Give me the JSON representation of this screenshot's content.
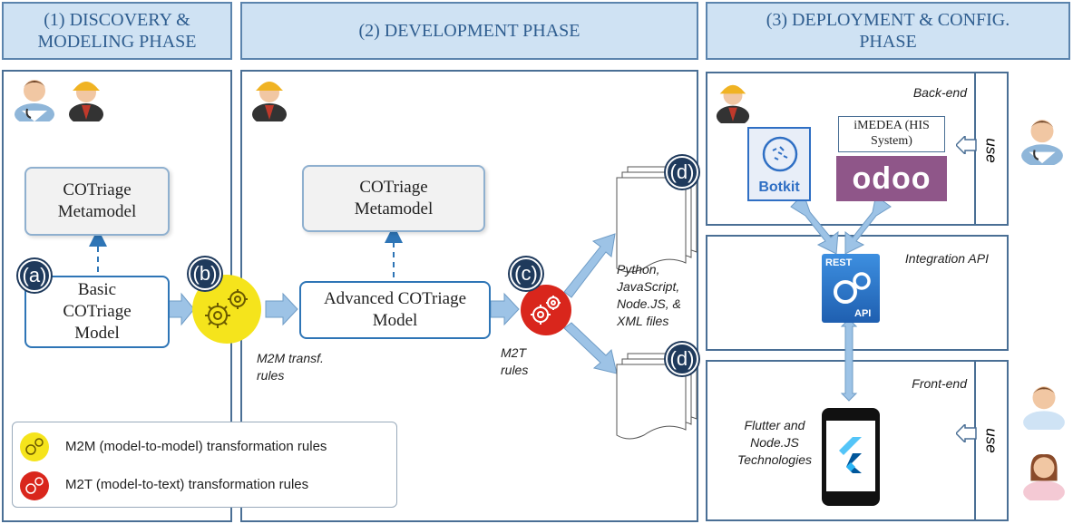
{
  "phases": {
    "discovery": "(1) DISCOVERY & MODELING PHASE",
    "development": "(2) DEVELOPMENT PHASE",
    "deployment": "(3) DEPLOYMENT & CONFIG. PHASE"
  },
  "discovery": {
    "metamodel": "COTriage Metamodel",
    "model": "Basic COTriage Model",
    "badge_a": "(a)",
    "badge_b": "(b)"
  },
  "development": {
    "metamodel": "COTriage Metamodel",
    "model": "Advanced COTriage Model",
    "badge_c": "(c)",
    "badge_d1": "(d)",
    "badge_d2": "(d)",
    "m2m_label": "M2M transf. rules",
    "m2t_label": "M2T rules",
    "files_label": "Python, JavaScript, Node.JS, & XML files"
  },
  "legend": {
    "m2m": "M2M (model-to-model) transformation rules",
    "m2t": "M2T (model-to-text) transformation rules"
  },
  "deployment": {
    "backend_label": "Back-end",
    "imedea": "iMEDEA (HIS System)",
    "botkit": "Botkit",
    "odoo": "odoo",
    "use_top": "use",
    "integration_label": "Integration API",
    "rest": "REST",
    "api": "API",
    "frontend_label": "Front-end",
    "flutter_label": "Flutter and Node.JS Technologies",
    "use_bottom": "use"
  },
  "colors": {
    "header_bg": "#cfe2f3",
    "border": "#4a6f95",
    "arrow": "#9dc3e6",
    "m2m_gear": "#f5e41c",
    "m2t_gear": "#d9261c",
    "badge": "#1f3a5c",
    "odoo": "#8f5689",
    "botkit": "#2f6fc4"
  },
  "icons": [
    "doctor-icon",
    "engineer-icon",
    "patient-icon",
    "gears-icon",
    "document-icon",
    "flutter-icon",
    "smartphone-icon",
    "rest-api-icon"
  ]
}
